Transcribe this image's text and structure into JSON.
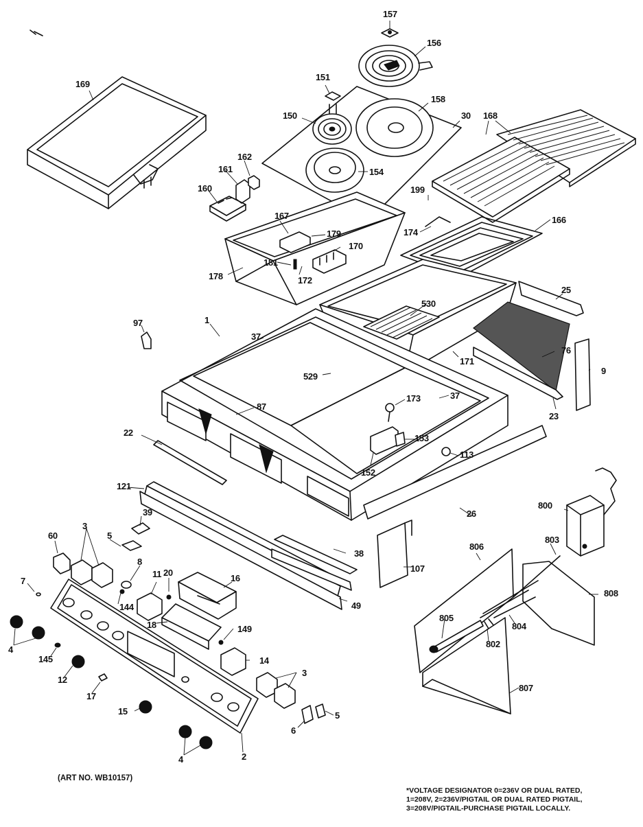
{
  "callouts": {
    "c157": "157",
    "c156": "156",
    "c169": "169",
    "c151": "151",
    "c158": "158",
    "c30": "30",
    "c168": "168",
    "c150": "150",
    "c162": "162",
    "c161": "161",
    "c154": "154",
    "c160": "160",
    "c199": "199",
    "c167": "167",
    "c179": "179",
    "c174": "174",
    "c166": "166",
    "c170": "170",
    "c181": "181",
    "c172": "172",
    "c178": "178",
    "c25": "25",
    "c97": "97",
    "c1": "1",
    "c37a": "37",
    "c530": "530",
    "c76": "76",
    "c9": "9",
    "c529": "529",
    "c171": "171",
    "c173": "173",
    "c37b": "37",
    "c23": "23",
    "c87": "87",
    "c22": "22",
    "c153": "153",
    "c113": "113",
    "c152": "152",
    "c121": "121",
    "c26": "26",
    "c800": "800",
    "c39": "39",
    "c803": "803",
    "c5a": "5",
    "c3a": "3",
    "c60": "60",
    "c38": "38",
    "c806": "806",
    "c8": "8",
    "c11": "11",
    "c20": "20",
    "c16": "16",
    "c107": "107",
    "c808": "808",
    "c7": "7",
    "c144": "144",
    "c18": "18",
    "c49": "49",
    "c149": "149",
    "c804": "804",
    "c805": "805",
    "c4a": "4",
    "c145": "145",
    "c802": "802",
    "c14": "14",
    "c12": "12",
    "c3b": "3",
    "c17": "17",
    "c807": "807",
    "c15": "15",
    "c5b": "5",
    "c6": "6",
    "c4b": "4",
    "c2": "2"
  },
  "art_number": "(ART NO. WB10157)",
  "footnote": [
    "*VOLTAGE DESIGNATOR 0=236V OR DUAL RATED,",
    "1=208V, 2=236V/PIGTAIL OR DUAL RATED PIGTAIL,",
    "3=208V/PIGTAIL-PURCHASE PIGTAIL LOCALLY."
  ]
}
